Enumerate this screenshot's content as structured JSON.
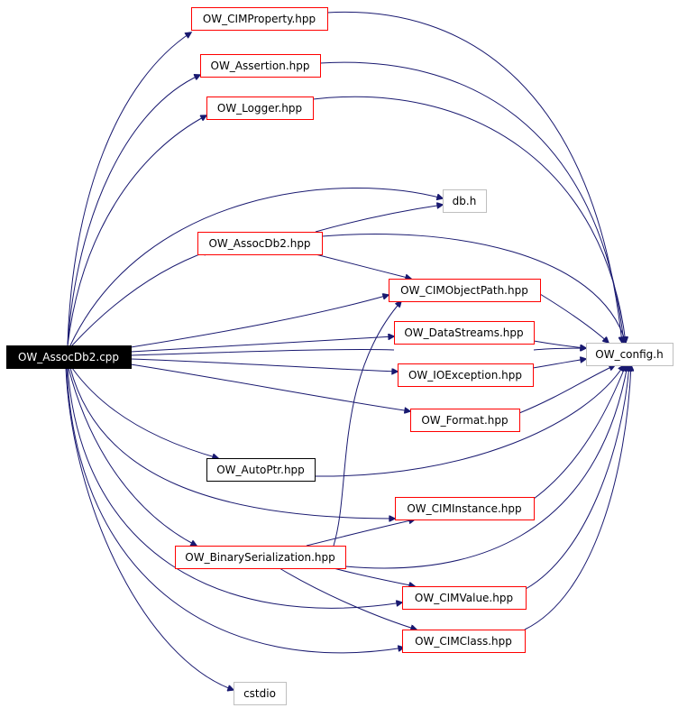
{
  "colors": {
    "background": "#ffffff",
    "edge": "#191970",
    "root_fill": "#000000",
    "root_text": "#ffffff",
    "red_border": "#ff0000",
    "black_border": "#000000",
    "gray_border": "#bfbfbf",
    "node_text": "#000000"
  },
  "graph": {
    "root": {
      "id": "root",
      "label": "OW_AssocDb2.cpp"
    },
    "nodes": [
      {
        "id": "cimproperty",
        "label": "OW_CIMProperty.hpp",
        "style": "red"
      },
      {
        "id": "assertion",
        "label": "OW_Assertion.hpp",
        "style": "red"
      },
      {
        "id": "logger",
        "label": "OW_Logger.hpp",
        "style": "red"
      },
      {
        "id": "dbh",
        "label": "db.h",
        "style": "gray"
      },
      {
        "id": "assocdb2",
        "label": "OW_AssocDb2.hpp",
        "style": "red"
      },
      {
        "id": "cimobjectpath",
        "label": "OW_CIMObjectPath.hpp",
        "style": "red"
      },
      {
        "id": "datastreams",
        "label": "OW_DataStreams.hpp",
        "style": "red"
      },
      {
        "id": "config",
        "label": "OW_config.h",
        "style": "gray"
      },
      {
        "id": "ioexception",
        "label": "OW_IOException.hpp",
        "style": "red"
      },
      {
        "id": "format",
        "label": "OW_Format.hpp",
        "style": "red"
      },
      {
        "id": "autoptr",
        "label": "OW_AutoPtr.hpp",
        "style": "black"
      },
      {
        "id": "ciminstance",
        "label": "OW_CIMInstance.hpp",
        "style": "red"
      },
      {
        "id": "binser",
        "label": "OW_BinarySerialization.hpp",
        "style": "red"
      },
      {
        "id": "cimvalue",
        "label": "OW_CIMValue.hpp",
        "style": "red"
      },
      {
        "id": "cimclass",
        "label": "OW_CIMClass.hpp",
        "style": "red"
      },
      {
        "id": "cstdio",
        "label": "cstdio",
        "style": "gray"
      }
    ],
    "edges": [
      {
        "from": "root",
        "to": "cimproperty"
      },
      {
        "from": "root",
        "to": "assertion"
      },
      {
        "from": "root",
        "to": "logger"
      },
      {
        "from": "root",
        "to": "dbh"
      },
      {
        "from": "root",
        "to": "assocdb2"
      },
      {
        "from": "root",
        "to": "cimobjectpath"
      },
      {
        "from": "root",
        "to": "datastreams"
      },
      {
        "from": "root",
        "to": "config"
      },
      {
        "from": "root",
        "to": "ioexception"
      },
      {
        "from": "root",
        "to": "format"
      },
      {
        "from": "root",
        "to": "autoptr"
      },
      {
        "from": "root",
        "to": "ciminstance"
      },
      {
        "from": "root",
        "to": "binser"
      },
      {
        "from": "root",
        "to": "cimvalue"
      },
      {
        "from": "root",
        "to": "cimclass"
      },
      {
        "from": "root",
        "to": "cstdio"
      },
      {
        "from": "cimproperty",
        "to": "config"
      },
      {
        "from": "assertion",
        "to": "config"
      },
      {
        "from": "logger",
        "to": "config"
      },
      {
        "from": "assocdb2",
        "to": "dbh"
      },
      {
        "from": "assocdb2",
        "to": "config"
      },
      {
        "from": "assocdb2",
        "to": "cimobjectpath"
      },
      {
        "from": "cimobjectpath",
        "to": "config"
      },
      {
        "from": "datastreams",
        "to": "config"
      },
      {
        "from": "ioexception",
        "to": "config"
      },
      {
        "from": "format",
        "to": "config"
      },
      {
        "from": "autoptr",
        "to": "config"
      },
      {
        "from": "ciminstance",
        "to": "config"
      },
      {
        "from": "binser",
        "to": "config"
      },
      {
        "from": "binser",
        "to": "cimobjectpath"
      },
      {
        "from": "binser",
        "to": "ciminstance"
      },
      {
        "from": "binser",
        "to": "cimvalue"
      },
      {
        "from": "binser",
        "to": "cimclass"
      },
      {
        "from": "cimvalue",
        "to": "config"
      },
      {
        "from": "cimclass",
        "to": "config"
      }
    ]
  }
}
